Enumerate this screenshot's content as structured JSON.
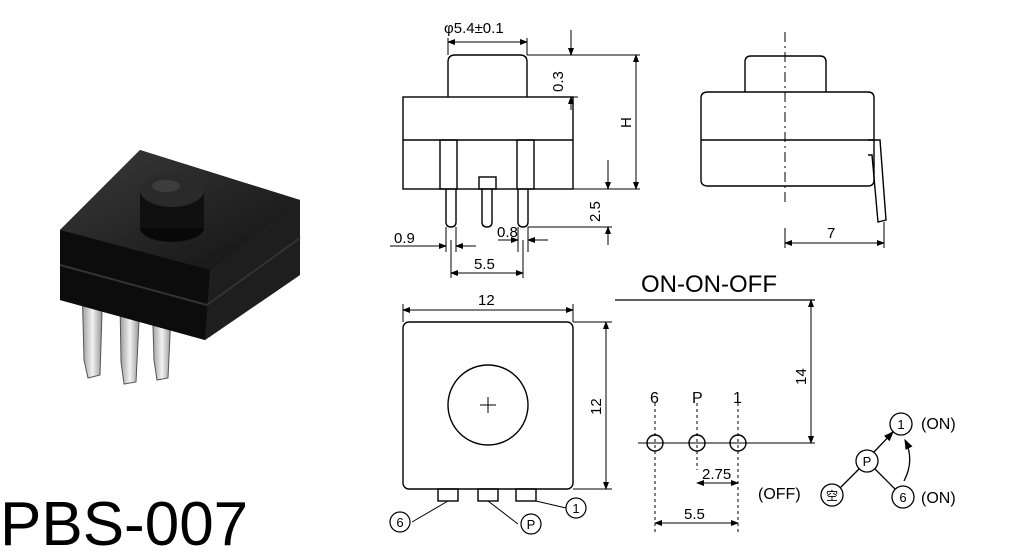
{
  "product_title": "PBS-007",
  "mode_title": "ON-ON-OFF",
  "dimensions": {
    "button_diameter": "φ5.4±0.1",
    "button_gap": "0.3",
    "height_label": "H",
    "pin_length": "2.5",
    "pin_width_outer": "0.9",
    "pin_width_inner": "0.8",
    "pin_span_side": "5.5",
    "side_depth": "7",
    "body_width": "12",
    "body_height": "12",
    "total_height": "14",
    "pin_pitch": "2.75",
    "pin_span_bottom": "5.5"
  },
  "pins": {
    "p6": "6",
    "pP": "P",
    "p1": "1"
  },
  "callouts": {
    "c6": "6",
    "cP": "P",
    "c1": "1"
  },
  "state_diagram": {
    "node_top": "1",
    "node_center": "P",
    "node_bottom_right": "6",
    "node_bottom_left": "空",
    "label_top": "(ON)",
    "label_right": "(ON)",
    "label_left": "(OFF)"
  },
  "colors": {
    "line": "#000000",
    "body_dark": "#1b1b1b",
    "metal": "#c9c9c9"
  }
}
